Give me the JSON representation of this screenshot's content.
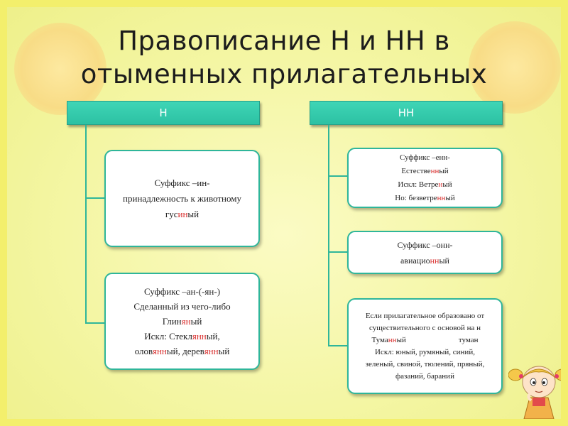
{
  "title_line1": "Правописание Н и НН в",
  "title_line2": "отыменных прилагательных",
  "left": {
    "header": "Н",
    "card1": {
      "line1": "Суффикс –ин-",
      "line2": "принадлежность к животному",
      "word_pre": "гус",
      "word_suf": "ин",
      "word_post": "ый"
    },
    "card2": {
      "line1": "Суффикс –ан-(-ян-)",
      "line2": "Сделанный из чего-либо",
      "word_pre": "Глин",
      "word_suf": "ян",
      "word_post": "ый",
      "exc_pre": "Искл: Стекл",
      "exc_suf": "янн",
      "exc_post": "ый,",
      "exc2a_pre": "олов",
      "exc2a_suf": "янн",
      "exc2a_post": "ый, дерев",
      "exc2b_suf": "янн",
      "exc2b_post": "ый"
    }
  },
  "right": {
    "header": "НН",
    "card1": {
      "line1": "Суффикс –енн-",
      "l2_pre": "Естестве",
      "l2_suf": "нн",
      "l2_post": "ый",
      "l3_pre": "Искл: Ветре",
      "l3_suf": "н",
      "l3_post": "ый",
      "l4_pre": "Но: безветре",
      "l4_suf": "нн",
      "l4_post": "ый"
    },
    "card2": {
      "line1": "Суффикс –онн-",
      "l2_pre": "авиацио",
      "l2_suf": "нн",
      "l2_post": "ый"
    },
    "card3": {
      "line1": "Если прилагательное образовано от",
      "line2": "существительного с основой на н",
      "line3_a": "Тума",
      "line3_b": "нн",
      "line3_c": "ый",
      "line3_d": "туман",
      "line4": "Искл: юный, румяный, синий,",
      "line5": "зеленый, свиной, тюлений, пряный,",
      "line6": "фазаний, бараний"
    }
  },
  "colors": {
    "accent": "#2fb69a",
    "header_fill": "#33cbad",
    "highlight": "#d9302f",
    "background": "#f4f6a4"
  }
}
